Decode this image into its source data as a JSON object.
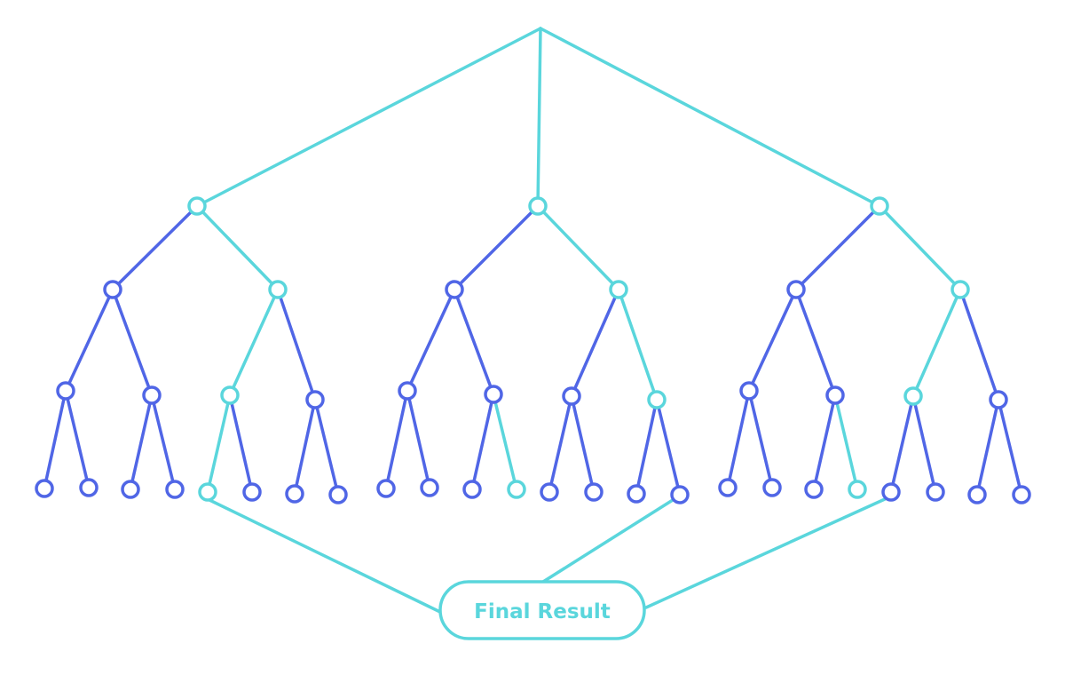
{
  "colors": {
    "primary_path": "#5ad6dc",
    "secondary": "#5066e6",
    "background": "#ffffff"
  },
  "result": {
    "label": "Final Result"
  },
  "tree": {
    "levels": 5,
    "branching": [
      3,
      2,
      2,
      2
    ],
    "leaf_count": 24,
    "highlighted_leaf_indices": [
      4,
      11,
      19
    ]
  }
}
